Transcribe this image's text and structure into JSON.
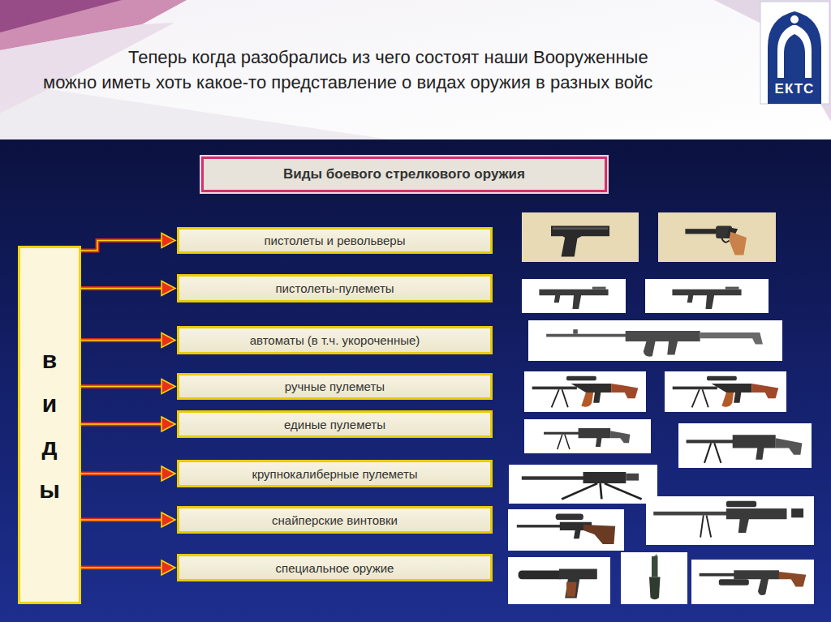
{
  "diagram": {
    "nodes": [
      {
        "text": [
          "Виды боевого стрелкового оружия"
        ]
      },
      {
        "text": [
          "виды"
        ]
      },
      {
        "text": [
          "пистолеты и револьверы"
        ]
      },
      {
        "text": [
          "пистолеты-пулеметы"
        ]
      },
      {
        "text": [
          "автоматы (в т.ч. укороченные)"
        ]
      },
      {
        "text": [
          "ручные пулеметы"
        ]
      },
      {
        "text": [
          "единые пулеметы"
        ]
      },
      {
        "text": [
          "крупнокалиберные пулеметы"
        ]
      },
      {
        "text": [
          "снайперские винтовки"
        ]
      },
      {
        "text": [
          "специальное оружие"
        ]
      }
    ],
    "edges": [
      {
        "from": 1,
        "to": 2,
        "arrow": "to"
      },
      {
        "from": 1,
        "to": 3,
        "arrow": "to"
      },
      {
        "from": 1,
        "to": 4,
        "arrow": "to"
      },
      {
        "from": 1,
        "to": 5,
        "arrow": "to"
      },
      {
        "from": 1,
        "to": 6,
        "arrow": "to"
      },
      {
        "from": 1,
        "to": 7,
        "arrow": "to"
      },
      {
        "from": 1,
        "to": 8,
        "arrow": "to"
      },
      {
        "from": 1,
        "to": 9,
        "arrow": "to"
      }
    ],
    "labels": [
      "Теперь когда разобрались из чего состоят наши Вооруженные",
      "можно иметь хоть какое-то представление о видах оружия в разных войс",
      "ЕКТС"
    ]
  }
}
